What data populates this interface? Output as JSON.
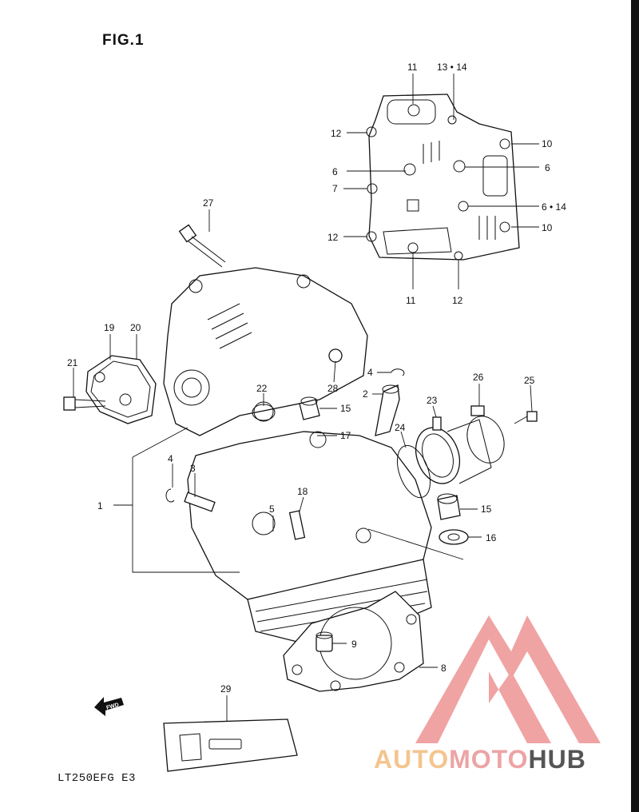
{
  "figure": {
    "title": "FIG.1",
    "model_code": "LT250EFG  E3"
  },
  "callouts": {
    "c1": "1",
    "c2": "2",
    "c3": "3",
    "c4a": "4",
    "c4b": "4",
    "c5": "5",
    "c6a": "6",
    "c6b": "6",
    "c6_14": "6 • 14",
    "c7": "7",
    "c8": "8",
    "c9": "9",
    "c10a": "10",
    "c10b": "10",
    "c11a": "11",
    "c11b": "11",
    "c12a": "12",
    "c12b": "12",
    "c12c": "12",
    "c13_14": "13 • 14",
    "c15a": "15",
    "c15b": "15",
    "c16": "16",
    "c17": "17",
    "c18": "18",
    "c19": "19",
    "c20": "20",
    "c21": "21",
    "c22": "22",
    "c23": "23",
    "c24": "24",
    "c25": "25",
    "c26": "26",
    "c27": "27",
    "c28": "28",
    "c29": "29"
  },
  "fwd_label": "FWD",
  "watermark": {
    "part1": "AUTO",
    "part2": "MOTO",
    "part3": "HUB",
    "color_auto": "#f4c58f",
    "color_moto": "#eda4a4",
    "color_hub": "#555555",
    "logo_color": "#ef9a9a"
  }
}
